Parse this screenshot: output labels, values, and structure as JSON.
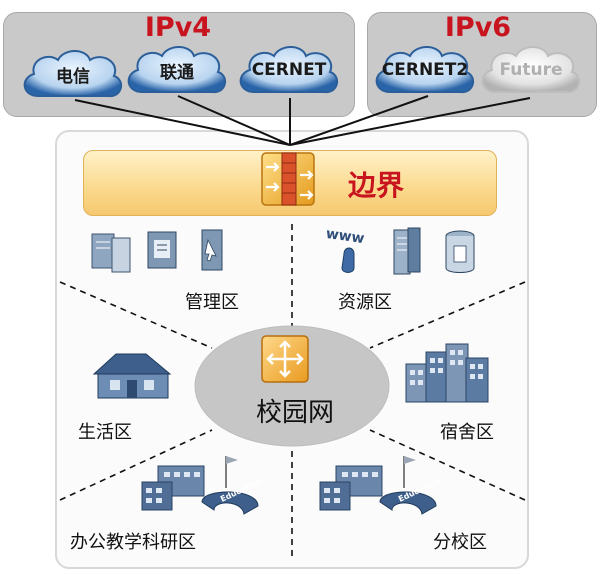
{
  "ipv4": {
    "title": "IPv4",
    "clouds": [
      "电信",
      "联通",
      "CERNET"
    ]
  },
  "ipv6": {
    "title": "IPv6",
    "clouds": [
      "CERNET2",
      "Future"
    ]
  },
  "border": {
    "label": "边界"
  },
  "center": {
    "label": "校园网"
  },
  "zones": {
    "management": "管理区",
    "resources": "资源区",
    "living": "生活区",
    "dormitory": "宿舍区",
    "office": "办公教学科研区",
    "branch": "分校区"
  },
  "building_signs": [
    "Education",
    "Education"
  ],
  "web_icon_text": "www"
}
